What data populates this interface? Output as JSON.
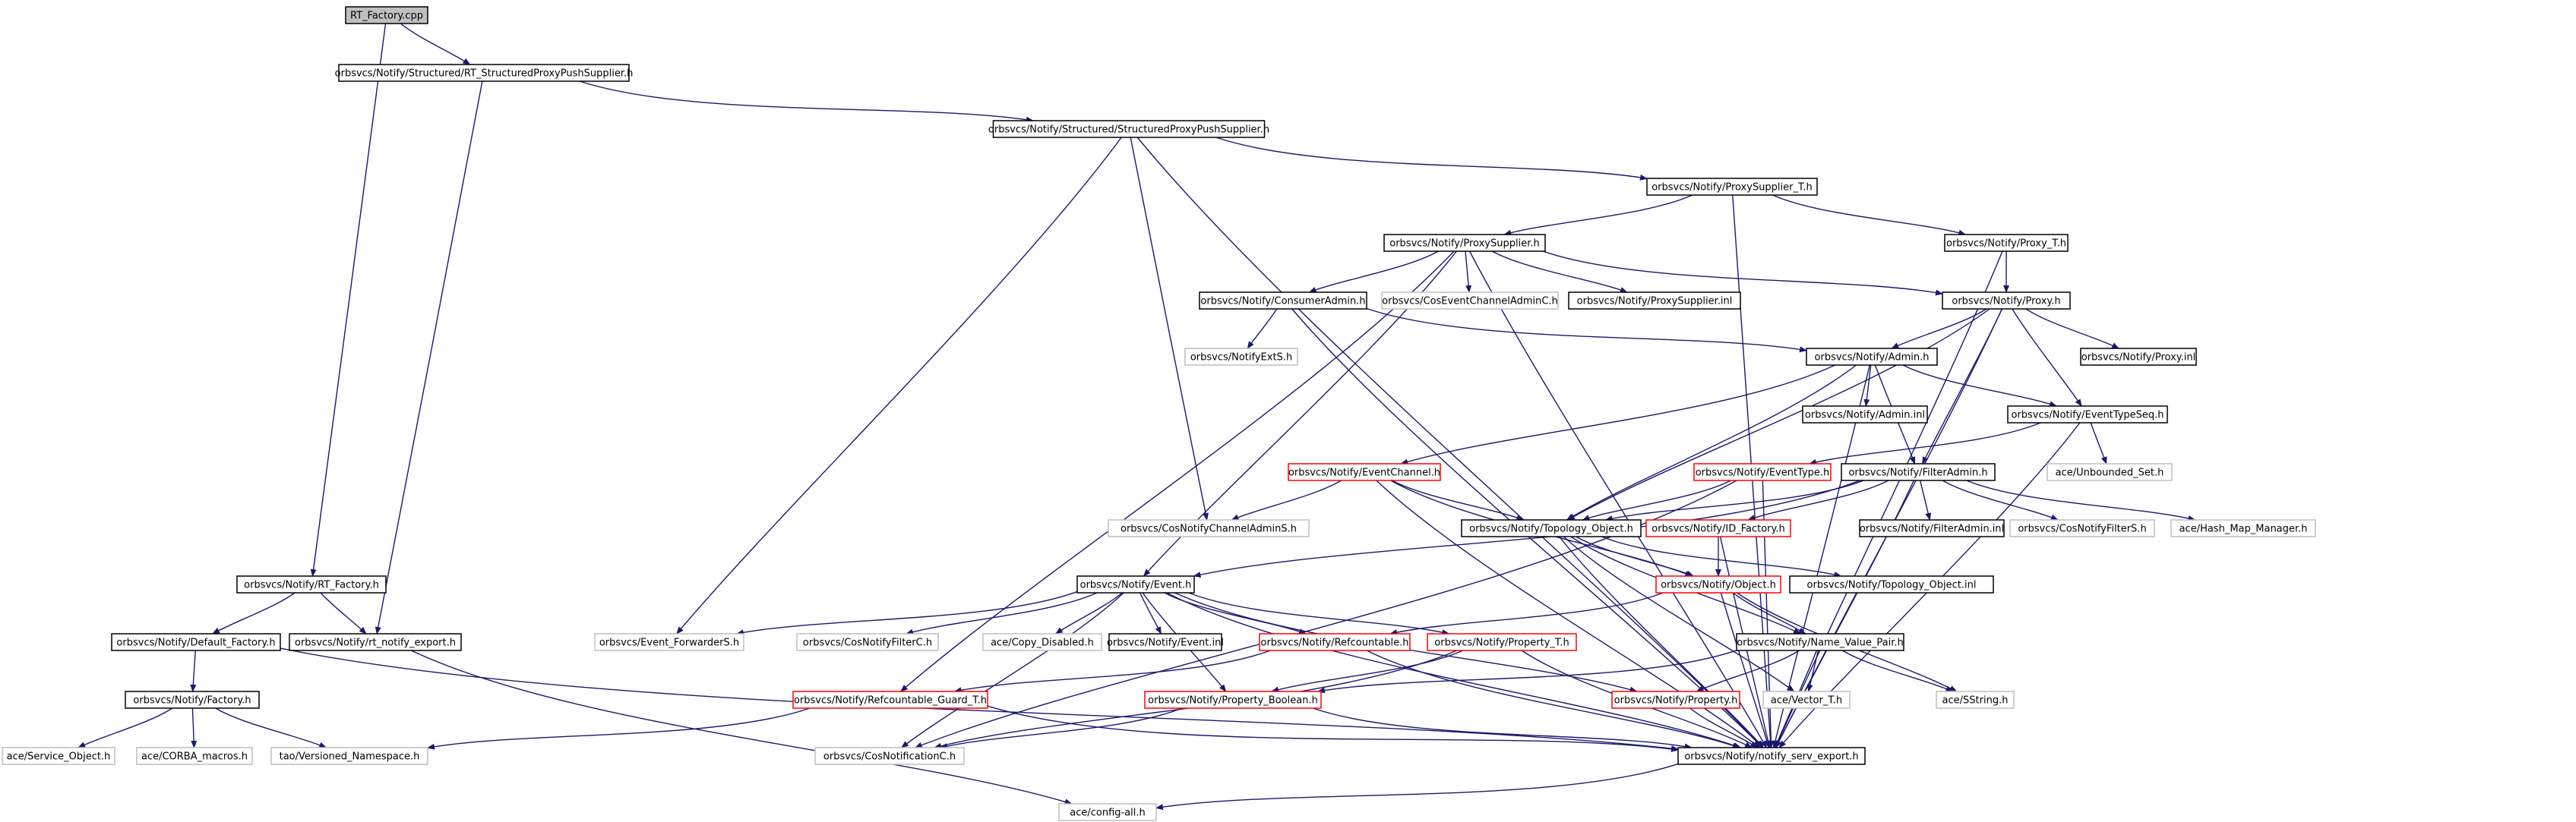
{
  "graph": {
    "colors": {
      "edge": "#191970",
      "root_fill": "#bfbfbf",
      "normal_border": "#000000",
      "missing_border": "#bfbfbf",
      "truncated_border": "#ff0000",
      "node_fill": "#ffffff"
    },
    "nodes": [
      {
        "id": "rt_factory_cpp",
        "label": "RT_Factory.cpp",
        "kind": "root"
      },
      {
        "id": "rt_structured_proxy_push_supplier_h",
        "label": "orbsvcs/Notify/Structured/RT_StructuredProxyPushSupplier.h",
        "kind": "normal"
      },
      {
        "id": "structured_proxy_push_supplier_h",
        "label": "orbsvcs/Notify/Structured/StructuredProxyPushSupplier.h",
        "kind": "normal"
      },
      {
        "id": "proxy_supplier_t_h",
        "label": "orbsvcs/Notify/ProxySupplier_T.h",
        "kind": "normal"
      },
      {
        "id": "proxy_supplier_h",
        "label": "orbsvcs/Notify/ProxySupplier.h",
        "kind": "normal"
      },
      {
        "id": "proxy_t_h",
        "label": "orbsvcs/Notify/Proxy_T.h",
        "kind": "normal"
      },
      {
        "id": "consumer_admin_h",
        "label": "orbsvcs/Notify/ConsumerAdmin.h",
        "kind": "normal"
      },
      {
        "id": "cos_event_channel_admin_c_h",
        "label": "orbsvcs/CosEventChannelAdminC.h",
        "kind": "missing"
      },
      {
        "id": "proxy_supplier_inl",
        "label": "orbsvcs/Notify/ProxySupplier.inl",
        "kind": "normal"
      },
      {
        "id": "proxy_h",
        "label": "orbsvcs/Notify/Proxy.h",
        "kind": "normal"
      },
      {
        "id": "notify_ext_s_h",
        "label": "orbsvcs/NotifyExtS.h",
        "kind": "missing"
      },
      {
        "id": "admin_h",
        "label": "orbsvcs/Notify/Admin.h",
        "kind": "normal"
      },
      {
        "id": "proxy_inl",
        "label": "orbsvcs/Notify/Proxy.inl",
        "kind": "normal"
      },
      {
        "id": "admin_inl",
        "label": "orbsvcs/Notify/Admin.inl",
        "kind": "normal"
      },
      {
        "id": "event_type_seq_h",
        "label": "orbsvcs/Notify/EventTypeSeq.h",
        "kind": "normal"
      },
      {
        "id": "event_channel_h",
        "label": "orbsvcs/Notify/EventChannel.h",
        "kind": "truncated"
      },
      {
        "id": "event_type_h",
        "label": "orbsvcs/Notify/EventType.h",
        "kind": "truncated"
      },
      {
        "id": "filter_admin_h",
        "label": "orbsvcs/Notify/FilterAdmin.h",
        "kind": "normal"
      },
      {
        "id": "unbounded_set_h",
        "label": "ace/Unbounded_Set.h",
        "kind": "missing"
      },
      {
        "id": "cos_notify_channel_admin_s_h",
        "label": "orbsvcs/CosNotifyChannelAdminS.h",
        "kind": "missing"
      },
      {
        "id": "topology_object_h",
        "label": "orbsvcs/Notify/Topology_Object.h",
        "kind": "normal"
      },
      {
        "id": "id_factory_h",
        "label": "orbsvcs/Notify/ID_Factory.h",
        "kind": "truncated"
      },
      {
        "id": "filter_admin_inl",
        "label": "orbsvcs/Notify/FilterAdmin.inl",
        "kind": "normal"
      },
      {
        "id": "cos_notify_filter_s_h",
        "label": "orbsvcs/CosNotifyFilterS.h",
        "kind": "missing"
      },
      {
        "id": "hash_map_manager_h",
        "label": "ace/Hash_Map_Manager.h",
        "kind": "missing"
      },
      {
        "id": "rt_factory_h",
        "label": "orbsvcs/Notify/RT_Factory.h",
        "kind": "normal"
      },
      {
        "id": "event_h",
        "label": "orbsvcs/Notify/Event.h",
        "kind": "normal"
      },
      {
        "id": "object_h",
        "label": "orbsvcs/Notify/Object.h",
        "kind": "truncated"
      },
      {
        "id": "topology_object_inl",
        "label": "orbsvcs/Notify/Topology_Object.inl",
        "kind": "normal"
      },
      {
        "id": "default_factory_h",
        "label": "orbsvcs/Notify/Default_Factory.h",
        "kind": "normal"
      },
      {
        "id": "rt_notify_export_h",
        "label": "orbsvcs/Notify/rt_notify_export.h",
        "kind": "normal"
      },
      {
        "id": "event_forwarder_s_h",
        "label": "orbsvcs/Event_ForwarderS.h",
        "kind": "missing"
      },
      {
        "id": "cos_notify_filter_c_h",
        "label": "orbsvcs/CosNotifyFilterC.h",
        "kind": "missing"
      },
      {
        "id": "copy_disabled_h",
        "label": "ace/Copy_Disabled.h",
        "kind": "missing"
      },
      {
        "id": "event_inl",
        "label": "orbsvcs/Notify/Event.inl",
        "kind": "normal"
      },
      {
        "id": "refcountable_h",
        "label": "orbsvcs/Notify/Refcountable.h",
        "kind": "truncated"
      },
      {
        "id": "property_t_h",
        "label": "orbsvcs/Notify/Property_T.h",
        "kind": "truncated"
      },
      {
        "id": "name_value_pair_h",
        "label": "orbsvcs/Notify/Name_Value_Pair.h",
        "kind": "normal"
      },
      {
        "id": "factory_h",
        "label": "orbsvcs/Notify/Factory.h",
        "kind": "normal"
      },
      {
        "id": "refcountable_guard_t_h",
        "label": "orbsvcs/Notify/Refcountable_Guard_T.h",
        "kind": "truncated"
      },
      {
        "id": "property_boolean_h",
        "label": "orbsvcs/Notify/Property_Boolean.h",
        "kind": "truncated"
      },
      {
        "id": "property_h",
        "label": "orbsvcs/Notify/Property.h",
        "kind": "truncated"
      },
      {
        "id": "vector_t_h",
        "label": "ace/Vector_T.h",
        "kind": "missing"
      },
      {
        "id": "sstring_h",
        "label": "ace/SString.h",
        "kind": "missing"
      },
      {
        "id": "service_object_h",
        "label": "ace/Service_Object.h",
        "kind": "missing"
      },
      {
        "id": "corba_macros_h",
        "label": "ace/CORBA_macros.h",
        "kind": "missing"
      },
      {
        "id": "versioned_namespace_h",
        "label": "tao/Versioned_Namespace.h",
        "kind": "missing"
      },
      {
        "id": "cos_notification_c_h",
        "label": "orbsvcs/CosNotificationC.h",
        "kind": "missing"
      },
      {
        "id": "notify_serv_export_h",
        "label": "orbsvcs/Notify/notify_serv_export.h",
        "kind": "normal"
      },
      {
        "id": "config_all_h",
        "label": "ace/config-all.h",
        "kind": "missing"
      }
    ],
    "edges": [
      [
        "rt_factory_cpp",
        "rt_structured_proxy_push_supplier_h"
      ],
      [
        "rt_factory_cpp",
        "rt_factory_h"
      ],
      [
        "rt_structured_proxy_push_supplier_h",
        "structured_proxy_push_supplier_h"
      ],
      [
        "rt_structured_proxy_push_supplier_h",
        "rt_notify_export_h"
      ],
      [
        "structured_proxy_push_supplier_h",
        "proxy_supplier_t_h"
      ],
      [
        "structured_proxy_push_supplier_h",
        "cos_notify_channel_admin_s_h"
      ],
      [
        "structured_proxy_push_supplier_h",
        "event_forwarder_s_h"
      ],
      [
        "structured_proxy_push_supplier_h",
        "notify_serv_export_h"
      ],
      [
        "proxy_supplier_t_h",
        "proxy_supplier_h"
      ],
      [
        "proxy_supplier_t_h",
        "proxy_t_h"
      ],
      [
        "proxy_supplier_t_h",
        "notify_serv_export_h"
      ],
      [
        "proxy_t_h",
        "proxy_h"
      ],
      [
        "proxy_t_h",
        "notify_serv_export_h"
      ],
      [
        "proxy_supplier_h",
        "consumer_admin_h"
      ],
      [
        "proxy_supplier_h",
        "cos_event_channel_admin_c_h"
      ],
      [
        "proxy_supplier_h",
        "proxy_supplier_inl"
      ],
      [
        "proxy_supplier_h",
        "proxy_h"
      ],
      [
        "proxy_supplier_h",
        "event_h"
      ],
      [
        "proxy_supplier_h",
        "refcountable_guard_t_h"
      ],
      [
        "proxy_supplier_h",
        "notify_serv_export_h"
      ],
      [
        "consumer_admin_h",
        "notify_ext_s_h"
      ],
      [
        "consumer_admin_h",
        "admin_h"
      ],
      [
        "consumer_admin_h",
        "notify_serv_export_h"
      ],
      [
        "proxy_h",
        "admin_h"
      ],
      [
        "proxy_h",
        "proxy_inl"
      ],
      [
        "proxy_h",
        "event_type_seq_h"
      ],
      [
        "proxy_h",
        "filter_admin_h"
      ],
      [
        "proxy_h",
        "topology_object_h"
      ],
      [
        "proxy_h",
        "notify_serv_export_h"
      ],
      [
        "admin_h",
        "admin_inl"
      ],
      [
        "admin_h",
        "event_type_seq_h"
      ],
      [
        "admin_h",
        "event_channel_h"
      ],
      [
        "admin_h",
        "filter_admin_h"
      ],
      [
        "admin_h",
        "topology_object_h"
      ],
      [
        "admin_h",
        "notify_serv_export_h"
      ],
      [
        "event_type_seq_h",
        "event_type_h"
      ],
      [
        "event_type_seq_h",
        "unbounded_set_h"
      ],
      [
        "event_type_seq_h",
        "notify_serv_export_h"
      ],
      [
        "event_channel_h",
        "cos_notify_channel_admin_s_h"
      ],
      [
        "event_channel_h",
        "topology_object_h"
      ],
      [
        "event_channel_h",
        "object_h"
      ],
      [
        "event_channel_h",
        "notify_serv_export_h"
      ],
      [
        "event_type_h",
        "topology_object_h"
      ],
      [
        "event_type_h",
        "cos_notification_c_h"
      ],
      [
        "event_type_h",
        "notify_serv_export_h"
      ],
      [
        "filter_admin_h",
        "filter_admin_inl"
      ],
      [
        "filter_admin_h",
        "cos_notify_filter_s_h"
      ],
      [
        "filter_admin_h",
        "hash_map_manager_h"
      ],
      [
        "filter_admin_h",
        "id_factory_h"
      ],
      [
        "filter_admin_h",
        "topology_object_h"
      ],
      [
        "filter_admin_h",
        "event_h"
      ],
      [
        "filter_admin_h",
        "notify_serv_export_h"
      ],
      [
        "topology_object_h",
        "object_h"
      ],
      [
        "topology_object_h",
        "topology_object_inl"
      ],
      [
        "topology_object_h",
        "name_value_pair_h"
      ],
      [
        "topology_object_h",
        "vector_t_h"
      ],
      [
        "topology_object_h",
        "notify_serv_export_h"
      ],
      [
        "id_factory_h",
        "object_h"
      ],
      [
        "id_factory_h",
        "notify_serv_export_h"
      ],
      [
        "object_h",
        "refcountable_h"
      ],
      [
        "object_h",
        "name_value_pair_h"
      ],
      [
        "object_h",
        "sstring_h"
      ],
      [
        "object_h",
        "notify_serv_export_h"
      ],
      [
        "name_value_pair_h",
        "property_h"
      ],
      [
        "name_value_pair_h",
        "vector_t_h"
      ],
      [
        "name_value_pair_h",
        "sstring_h"
      ],
      [
        "name_value_pair_h",
        "property_boolean_h"
      ],
      [
        "name_value_pair_h",
        "notify_serv_export_h"
      ],
      [
        "event_h",
        "event_forwarder_s_h"
      ],
      [
        "event_h",
        "cos_notify_filter_c_h"
      ],
      [
        "event_h",
        "copy_disabled_h"
      ],
      [
        "event_h",
        "event_inl"
      ],
      [
        "event_h",
        "refcountable_h"
      ],
      [
        "event_h",
        "property_t_h"
      ],
      [
        "event_h",
        "property_h"
      ],
      [
        "event_h",
        "property_boolean_h"
      ],
      [
        "event_h",
        "cos_notification_c_h"
      ],
      [
        "event_h",
        "notify_serv_export_h"
      ],
      [
        "refcountable_h",
        "refcountable_guard_t_h"
      ],
      [
        "refcountable_h",
        "notify_serv_export_h"
      ],
      [
        "property_t_h",
        "property_boolean_h"
      ],
      [
        "property_t_h",
        "cos_notification_c_h"
      ],
      [
        "property_t_h",
        "notify_serv_export_h"
      ],
      [
        "refcountable_guard_t_h",
        "versioned_namespace_h"
      ],
      [
        "refcountable_guard_t_h",
        "notify_serv_export_h"
      ],
      [
        "property_boolean_h",
        "cos_notification_c_h"
      ],
      [
        "property_boolean_h",
        "notify_serv_export_h"
      ],
      [
        "property_h",
        "notify_serv_export_h"
      ],
      [
        "rt_factory_h",
        "default_factory_h"
      ],
      [
        "rt_factory_h",
        "rt_notify_export_h"
      ],
      [
        "default_factory_h",
        "factory_h"
      ],
      [
        "default_factory_h",
        "notify_serv_export_h"
      ],
      [
        "factory_h",
        "service_object_h"
      ],
      [
        "factory_h",
        "corba_macros_h"
      ],
      [
        "factory_h",
        "versioned_namespace_h"
      ],
      [
        "rt_notify_export_h",
        "config_all_h"
      ],
      [
        "notify_serv_export_h",
        "config_all_h"
      ]
    ]
  }
}
